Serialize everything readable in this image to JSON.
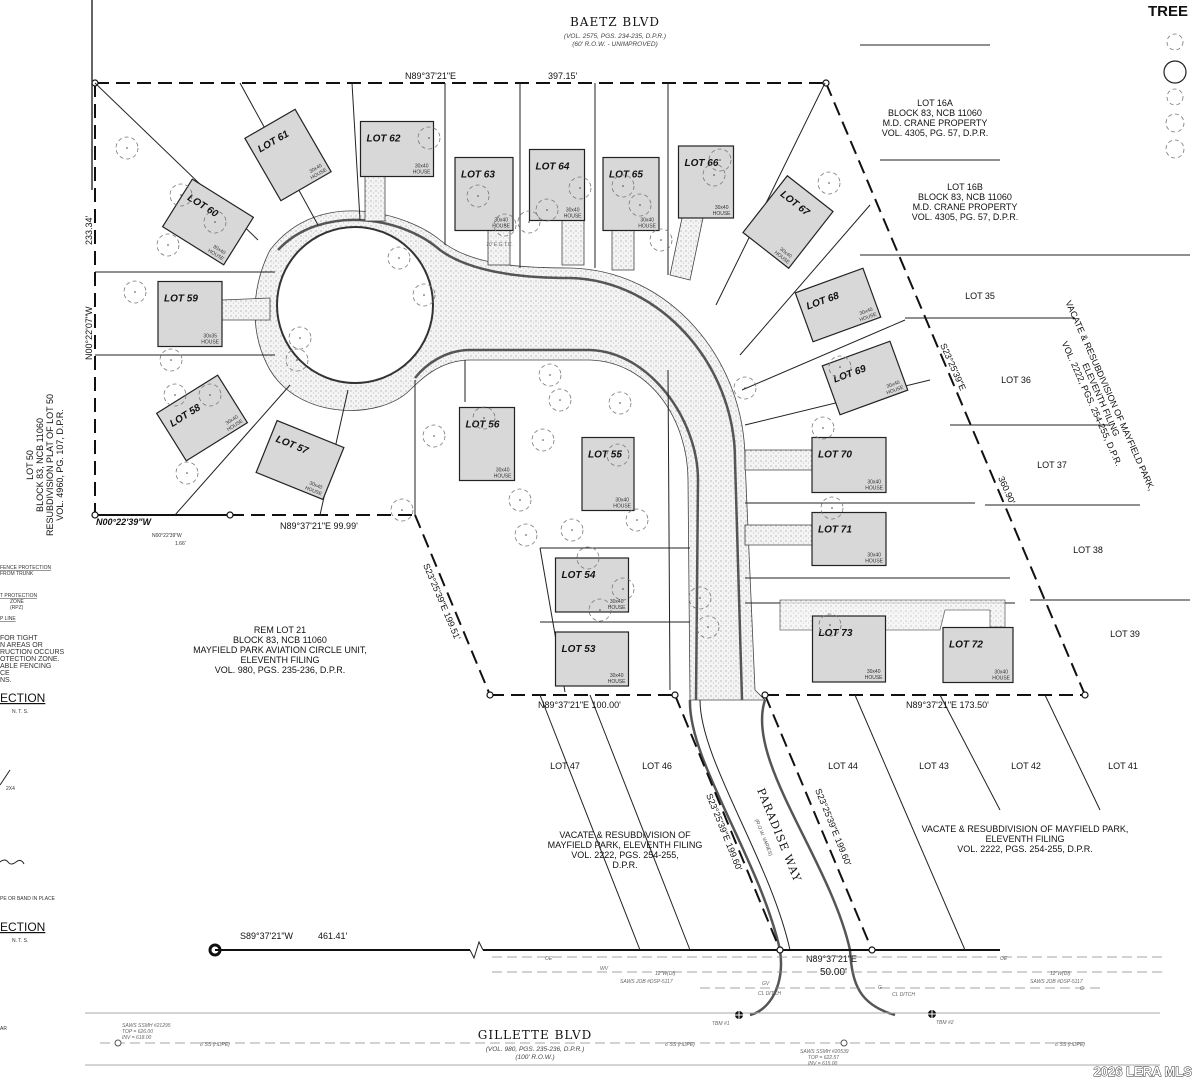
{
  "roads": {
    "north": {
      "name": "BAETZ BLVD",
      "ref": "(VOL. 2575, PGS. 234-235, D.P.R.)",
      "row": "(60' R.O.W. - UNIMPROVED)"
    },
    "south": {
      "name": "GILLETTE BLVD",
      "ref": "(VOL. 980, PGS. 235-236, D.P.R.)",
      "row": "(100' R.O.W.)"
    },
    "paradise": {
      "name": "PARADISE WAY",
      "row": "(R.O.W. VARIES)"
    }
  },
  "bearings": {
    "north": "N89°37'21\"E",
    "north_dist": "397.15'",
    "west": "N00°22'07\"W",
    "west_dist": "233.34'",
    "east": "S23°25'39\"E",
    "east_dist": "360.90'",
    "south": "S89°37'21\"W",
    "south_dist": "461.41'",
    "rem_n": "N89°37'21\"E  99.99'",
    "rem_w": "N00°22'39\"W",
    "rem_w2": "N00°22'39\"W",
    "rem_w2_dist": "1.66'",
    "rem_e": "S23°25'39\"E  199.51'",
    "lot53_s": "N89°37'21\"E  100.00'",
    "pw_w": "S23°25'39\"E  199.60'",
    "pw_e": "S23°25'39\"E  199.60'",
    "right_s": "N89°37'21\"E  173.50'",
    "pw_s": "N89°37'21\"E",
    "pw_s_dist": "50.00'"
  },
  "lots": [
    {
      "label": "LOT 53",
      "house": "30x40",
      "house_label": "HOUSE"
    },
    {
      "label": "LOT 54",
      "house": "30x40",
      "house_label": "HOUSE"
    },
    {
      "label": "LOT 55",
      "house": "30x40",
      "house_label": "HOUSE"
    },
    {
      "label": "LOT 56",
      "house": "30x40",
      "house_label": "HOUSE"
    },
    {
      "label": "LOT 57",
      "house": "30x40",
      "house_label": "HOUSE"
    },
    {
      "label": "LOT 58",
      "house": "30x40",
      "house_label": "HOUSE"
    },
    {
      "label": "LOT 59",
      "house": "30x35",
      "house_label": "HOUSE"
    },
    {
      "label": "LOT 60",
      "house": "30x40",
      "house_label": "HOUSE"
    },
    {
      "label": "LOT 61",
      "house": "30x40",
      "house_label": "HOUSE"
    },
    {
      "label": "LOT 62",
      "house": "30x40",
      "house_label": "HOUSE"
    },
    {
      "label": "LOT 63",
      "house": "30x40",
      "house_label": "HOUSE"
    },
    {
      "label": "LOT 64",
      "house": "30x40",
      "house_label": "HOUSE"
    },
    {
      "label": "LOT 65",
      "house": "30x40",
      "house_label": "HOUSE"
    },
    {
      "label": "LOT 66",
      "house": "30x40",
      "house_label": "HOUSE"
    },
    {
      "label": "LOT 67",
      "house": "30x40",
      "house_label": "HOUSE"
    },
    {
      "label": "LOT 68",
      "house": "30x40",
      "house_label": "HOUSE"
    },
    {
      "label": "LOT 69",
      "house": "30x40",
      "house_label": "HOUSE"
    },
    {
      "label": "LOT 70",
      "house": "30x40",
      "house_label": "HOUSE"
    },
    {
      "label": "LOT 71",
      "house": "30x40",
      "house_label": "HOUSE"
    },
    {
      "label": "LOT 72",
      "house": "30x40",
      "house_label": "HOUSE"
    },
    {
      "label": "LOT 73",
      "house": "30x40",
      "house_label": "HOUSE"
    }
  ],
  "adjacent_lots": [
    "LOT 35",
    "LOT 36",
    "LOT 37",
    "LOT 38",
    "LOT 39",
    "LOT 41",
    "LOT 42",
    "LOT 43",
    "LOT 44",
    "LOT 46",
    "LOT 47"
  ],
  "parcels": {
    "lot16a": [
      "LOT 16A",
      "BLOCK 83, NCB 11060",
      "M.D. CRANE PROPERTY",
      "VOL. 4305, PG. 57, D.P.R."
    ],
    "lot16b": [
      "LOT 16B",
      "BLOCK 83, NCB 11060",
      "M.D. CRANE PROPERTY",
      "VOL. 4305, PG. 57, D.P.R."
    ],
    "lot50": [
      "LOT 50",
      "BLOCK 83, NCB 11060",
      "RESUBDIVISION PLAT OF LOT 50",
      "VOL. 4960, PG. 107, D.P.R."
    ],
    "rem21": [
      "REM LOT 21",
      "BLOCK 83, NCB 11060",
      "MAYFIELD PARK AVIATION CIRCLE UNIT,",
      "ELEVENTH FILING",
      "VOL. 980, PGS. 235-236, D.P.R."
    ],
    "vacate_east_diag": [
      "VACATE & RESUBDIVISION OF MAYFIELD PARK,",
      "ELEVENTH FILING",
      "VOL. 2222, PGS. 254-255, D.P.R."
    ],
    "vacate_sw": [
      "VACATE & RESUBDIVISION OF",
      "MAYFIELD PARK, ELEVENTH FILING",
      "VOL. 2222, PGS. 254-255,",
      "D.P.R."
    ],
    "vacate_se": [
      "VACATE & RESUBDIVISION OF MAYFIELD PARK,",
      "ELEVENTH FILING",
      "VOL. 2222, PGS. 254-255, D.P.R."
    ]
  },
  "easement": "10' E.G.T.C.",
  "utilities": {
    "oe": "OE",
    "wd": "12\"W(DI)",
    "saws_job": "SAWS JOB #DSP-5117",
    "gas": "G",
    "cl_ditch": "CL DITCH",
    "ss": "8\"SS (HDPE)",
    "ssmh1": [
      "SAWS SSMH #21295",
      "TOP = 626.00",
      "INV = 618.00"
    ],
    "ssmh2": [
      "SAWS SSMH #20539",
      "TOP = 622.57",
      "INV = 615.00"
    ],
    "tbm1": "TBM #1",
    "tbm2": "TBM #2",
    "wv": "WV",
    "gv": "GV"
  },
  "legend": {
    "title": "TREE",
    "fragments": [
      "FENCE PROTECTION",
      "FROM TRUNK",
      "T PROTECTION",
      "ZONE",
      "(RPZ)",
      "P LINE"
    ],
    "note": [
      "FOR TIGHT",
      "N AREAS OR",
      "RUCTION OCCURS",
      "OTECTION ZONE.",
      "ABLE FENCING",
      "CE",
      "NS."
    ],
    "section1": "ECTION",
    "nts1": "N. T. S.",
    "x24": "2X4",
    "band": "PE OR BAND IN PLACE",
    "section2": "ECTION",
    "nts2": "N. T. S.",
    "ar": "AR"
  },
  "watermark": "2026 LERA MLS"
}
